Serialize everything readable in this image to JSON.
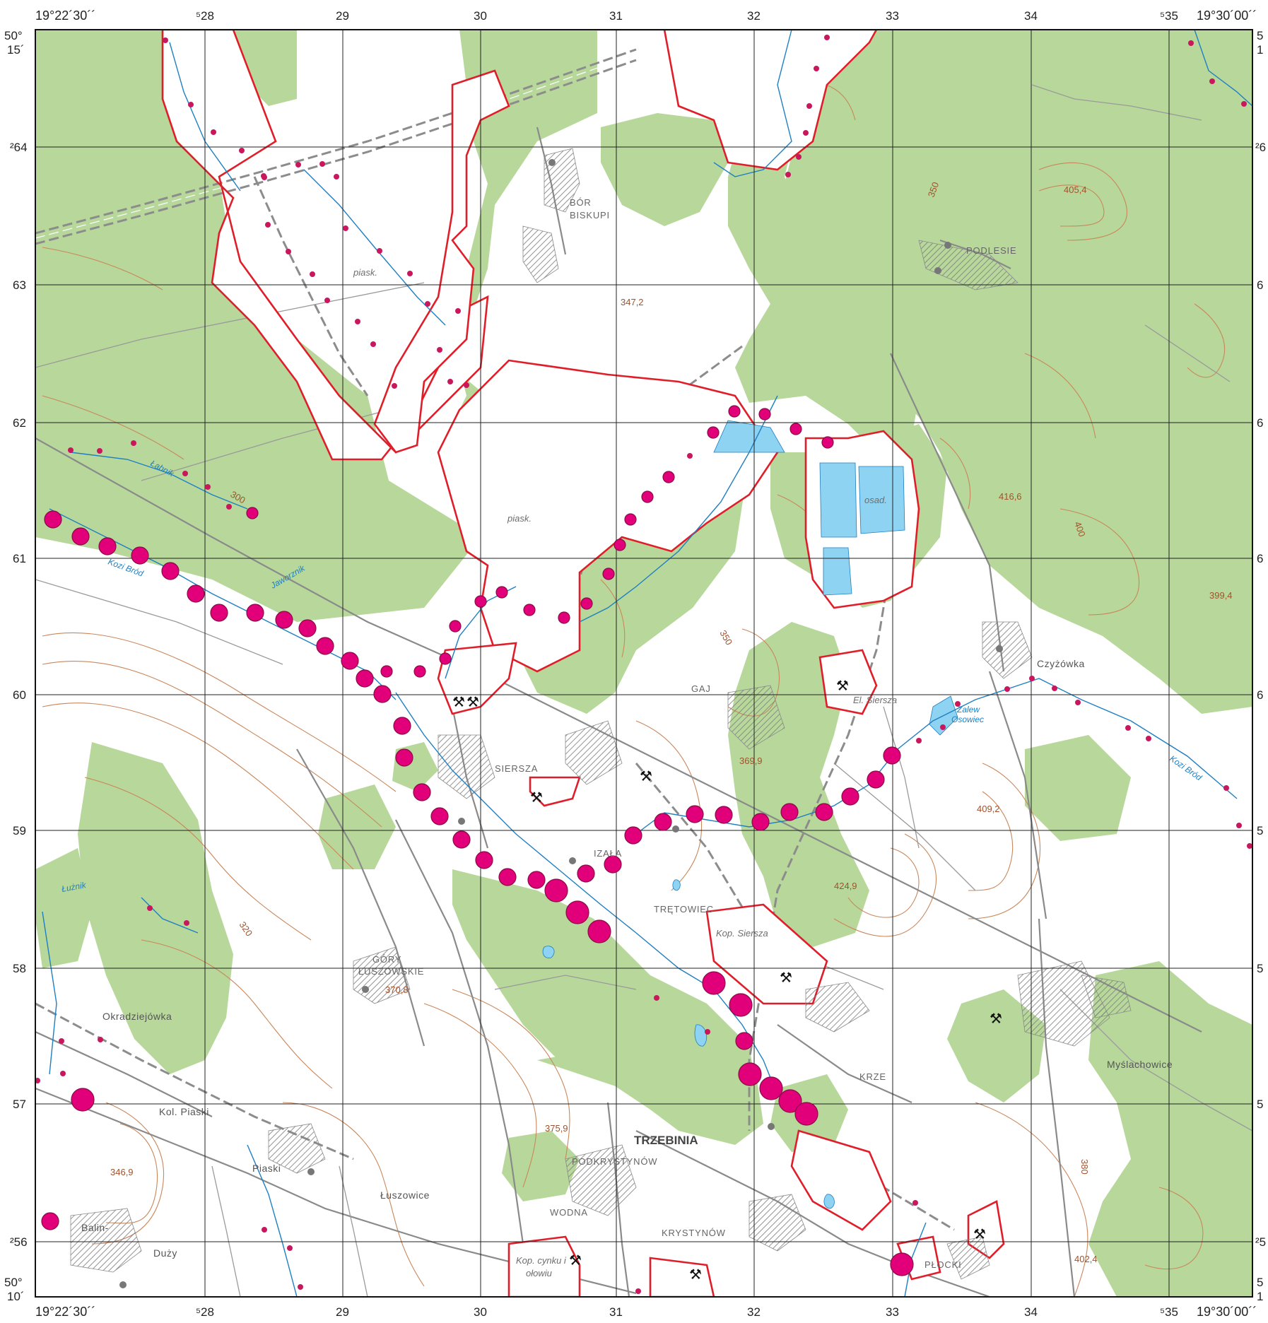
{
  "frame": {
    "corner_top_left": "19°22´30´´",
    "corner_top_right": "19°30´00´´",
    "corner_bottom_left": "19°22´30´´",
    "corner_bottom_right": "19°30´00´´",
    "lat_top_deg": "50°",
    "lat_top_min": "15´",
    "lat_bottom_deg": "50°",
    "lat_bottom_min": "10´",
    "right_top_1": "5",
    "right_top_2": "1",
    "right_bottom_1": "5",
    "right_bottom_2": "1",
    "x_ticks": [
      "⁵28",
      "29",
      "30",
      "31",
      "32",
      "33",
      "34",
      "⁵35"
    ],
    "y_ticks_left": [
      "²64",
      "63",
      "62",
      "61",
      "60",
      "59",
      "58",
      "57",
      "²56"
    ],
    "y_ticks_right": [
      "²6",
      "6",
      "6",
      "6",
      "6",
      "5",
      "5",
      "5",
      "²5"
    ]
  },
  "places": {
    "bor_biskupi_1": "BÓR",
    "bor_biskupi_2": "BISKUPI",
    "podlesie": "PODLESIE",
    "czyzowka": "Czyżówka",
    "gaj": "GAJ",
    "el_siersza": "El. Siersza",
    "siersza": "SIERSZA",
    "izala": "IZAŁA",
    "tretowiec": "TRĘTOWIEC",
    "kop_siersza": "Kop. Siersza",
    "gory_1": "GÓRY",
    "gory_2": "ŁUSZOWSKIE",
    "okradziejowka": "Okradziejówka",
    "kol_piaski": "Kol. Piaski",
    "piaski": "Piaski",
    "luszowice": "Łuszowice",
    "balin": "Balin-",
    "duzy": "Duży",
    "krze": "KRZE",
    "trzebinia": "TRZEBINIA",
    "podkrystynow": "PODKRYSTYNÓW",
    "wodna": "WODNA",
    "krystynow": "KRYSTYNÓW",
    "plocki": "PŁOCKI",
    "myslachowice": "Myślachowice",
    "kop_cynku_1": "Kop. cynku i",
    "kop_cynku_2": "ołowiu"
  },
  "misc": {
    "piask_1": "piask.",
    "piask_2": "piask.",
    "osad": "osad.",
    "zalew_1": "Zalew",
    "zalew_2": "Osowiec"
  },
  "water": {
    "labnik": "Łabnik",
    "kozi_brod_1": "Kozi Bród",
    "jaworznik": "Jaworznik",
    "luznik": "Łużnik",
    "kozi_brod_2": "Kozi Bród"
  },
  "elevations": {
    "e1": "405,4",
    "e2": "347,2",
    "e3": "350",
    "e4": "416,6",
    "e5": "400",
    "e6": "399,4",
    "e7": "300",
    "e8": "350",
    "e9": "369,9",
    "e10": "409,2",
    "e11": "424,9",
    "e12": "320",
    "e13": "370,8",
    "e14": "375,9",
    "e15": "346,9",
    "e16": "380",
    "e17": "402,4"
  },
  "colors": {
    "forest": "#b7d89a",
    "contour": "#c9875b",
    "water": "#1e7fc2",
    "lake": "#8fd3f2",
    "boundary": "#e01e2a",
    "point": "#e2007a"
  }
}
